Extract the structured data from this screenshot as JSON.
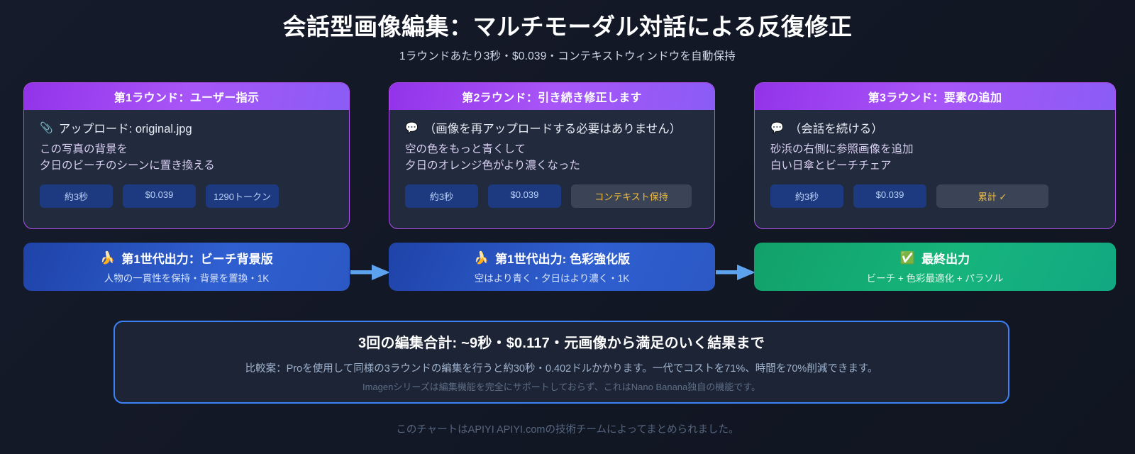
{
  "header": {
    "title": "会話型画像編集：マルチモーダル対話による反復修正",
    "subtitle": "1ラウンドあたり3秒・$0.039・コンテキストウィンドウを自動保持"
  },
  "rounds": [
    {
      "heading": "第1ラウンド：ユーザー指示",
      "meta_icon": "paperclip-icon",
      "meta_icon_glyph": "📎",
      "meta_text": "アップロード: original.jpg",
      "prompt_line1": "この写真の背景を",
      "prompt_line2": "夕日のビーチのシーンに置き換える",
      "chips": [
        {
          "label": "約3秒",
          "style": "blue"
        },
        {
          "label": "$0.039",
          "style": "blue"
        },
        {
          "label": "1290トークン",
          "style": "blue"
        }
      ]
    },
    {
      "heading": "第2ラウンド：引き続き修正します",
      "meta_icon": "speech-bubble-icon",
      "meta_icon_glyph": "💬",
      "meta_text": "（画像を再アップロードする必要はありません）",
      "prompt_line1": "空の色をもっと青くして",
      "prompt_line2": "夕日のオレンジ色がより濃くなった",
      "chips": [
        {
          "label": "約3秒",
          "style": "blue"
        },
        {
          "label": "$0.039",
          "style": "blue"
        },
        {
          "label": "コンテキスト保持",
          "style": "gray"
        }
      ]
    },
    {
      "heading": "第3ラウンド：要素の追加",
      "meta_icon": "speech-bubble-icon",
      "meta_icon_glyph": "💬",
      "meta_text": "（会話を続ける）",
      "prompt_line1": "砂浜の右側に参照画像を追加",
      "prompt_line2": "白い日傘とビーチチェア",
      "chips": [
        {
          "label": "約3秒",
          "style": "blue"
        },
        {
          "label": "$0.039",
          "style": "blue"
        },
        {
          "label": "累計 ✓",
          "style": "gray"
        }
      ]
    }
  ],
  "arrows": {
    "icon": "arrow-right-icon",
    "color": "#5da2ef"
  },
  "outputs": [
    {
      "icon": "banana-icon",
      "icon_glyph": "🍌",
      "title": "第1世代出力：ビーチ背景版",
      "subtitle": "人物の一貫性を保持・背景を置換・1K",
      "accent": "#2f5fd0"
    },
    {
      "icon": "banana-icon",
      "icon_glyph": "🍌",
      "title": "第1世代出力: 色彩強化版",
      "subtitle": "空はより青く・夕日はより濃く・1K",
      "accent": "#2f5fd0"
    },
    {
      "icon": "check-mark-button-icon",
      "icon_glyph": "✅",
      "title": "最終出力",
      "subtitle": "ビーチ + 色彩最適化 + パラソル",
      "accent": "#16b47c"
    }
  ],
  "summary": {
    "main": "3回の編集合計: ~9秒・$0.117・元画像から満足のいく結果まで",
    "note": "比較案：Proを使用して同様の3ラウンドの編集を行うと約30秒・0.402ドルかかります。一代でコストを71%、時間を70%削減できます。",
    "note2": "Imagenシリーズは編集機能を完全にサポートしておらず、これはNano Banana独自の機能です。",
    "border_color": "#3c82f6"
  },
  "footer": {
    "text": "このチャートはAPIYI APIYI.comの技術チームによってまとめられました。"
  }
}
